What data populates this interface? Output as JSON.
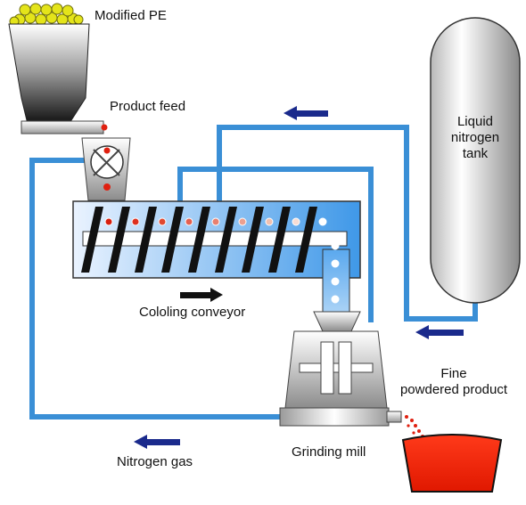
{
  "labels": {
    "modified_pe": "Modified PE",
    "product_feed": "Product feed",
    "liquid_nitrogen_tank": [
      "Liquid",
      "nitrogen",
      "tank"
    ],
    "cooling_conveyor": "Cololing conveyor",
    "fine_powdered_product": [
      "Fine",
      "powdered product"
    ],
    "grinding_mill": "Grinding mill",
    "nitrogen_gas": "Nitrogen gas"
  },
  "colors": {
    "nitrogen_line": "#3a8fd6",
    "arrow": "#1a2a8c",
    "product_particles": "#e02010",
    "pellets": "#e4e41a",
    "steel_light": "#f2f2f2",
    "steel_dark": "#7a7a7a"
  }
}
